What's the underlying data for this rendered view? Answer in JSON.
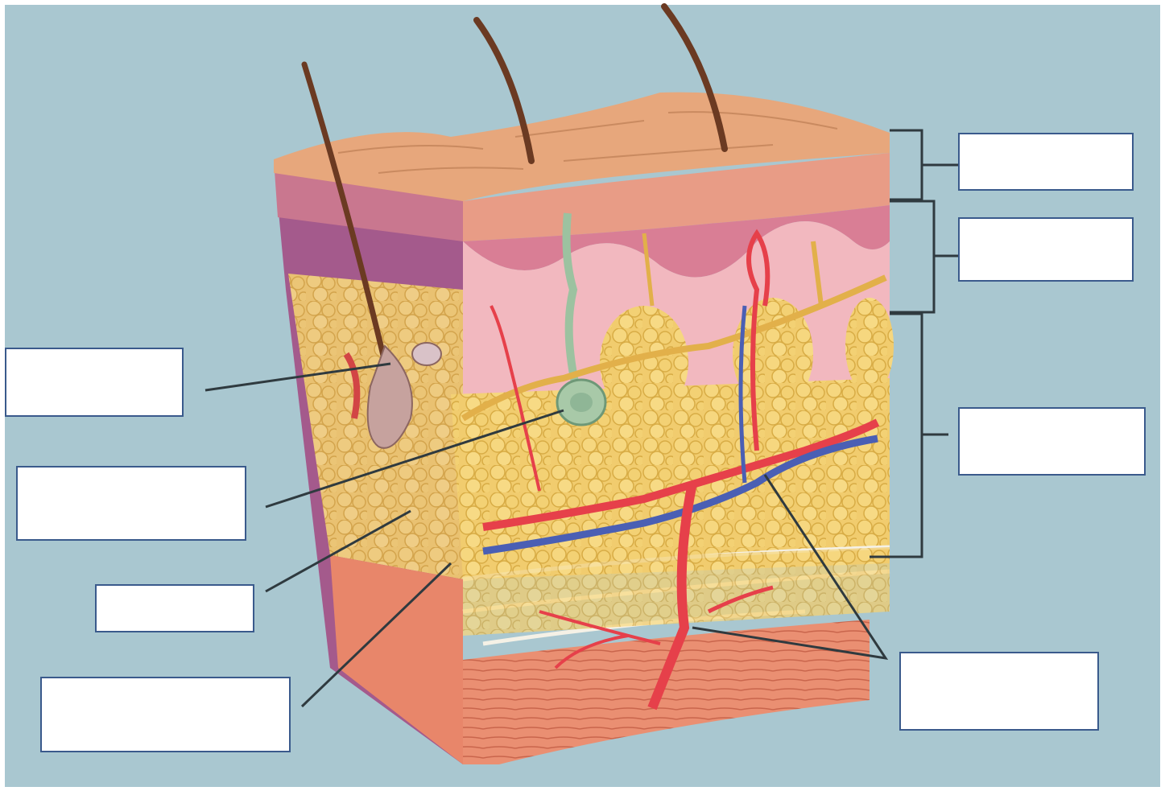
{
  "colors": {
    "background": "#a9c7d0",
    "frame": "#ffffff",
    "epidermis_surface": "#e7a77c",
    "epidermis_edge": "#c98a60",
    "dermis": "#f2b8bf",
    "dermis_band": "#d97e95",
    "hypodermis_fat": "#f1cc6e",
    "fat_outline": "#d2a63a",
    "muscle": "#e88a6e",
    "side_face": "#a45a8c",
    "artery": "#e6404a",
    "vein": "#4a5fb4",
    "nerve": "#e2b04a",
    "hair": "#6b3a22",
    "gland": "#9cc2a0",
    "leader_line": "#2f3a3f",
    "label_border": "#3a5a8c"
  },
  "labels": [
    {
      "id": "epidermis",
      "text": ""
    },
    {
      "id": "dermis",
      "text": ""
    },
    {
      "id": "hypodermis",
      "text": ""
    },
    {
      "id": "hair-follicle",
      "text": ""
    },
    {
      "id": "sweat-gland",
      "text": ""
    },
    {
      "id": "adipose-tissue",
      "text": ""
    },
    {
      "id": "connective-tissue",
      "text": ""
    },
    {
      "id": "blood-vessels",
      "text": ""
    }
  ]
}
